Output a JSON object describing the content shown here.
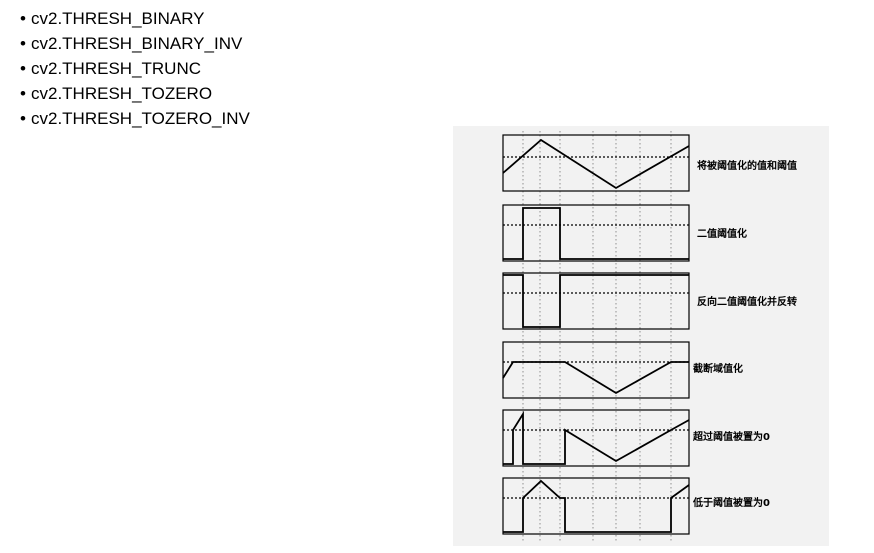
{
  "bullet_char": "•",
  "bullets": [
    "cv2.THRESH_BINARY",
    "cv2.THRESH_BINARY_INV",
    "cv2.THRESH_TRUNC",
    "cv2.THRESH_TOZERO",
    "cv2.THRESH_TOZERO_INV"
  ],
  "figure": {
    "captions": [
      "将被阈值化的值和阈值",
      "二值阈值化",
      "反向二值阈值化并反转",
      "截断域值化",
      "超过阈值被置为0",
      "低于阈值被置为0"
    ]
  }
}
